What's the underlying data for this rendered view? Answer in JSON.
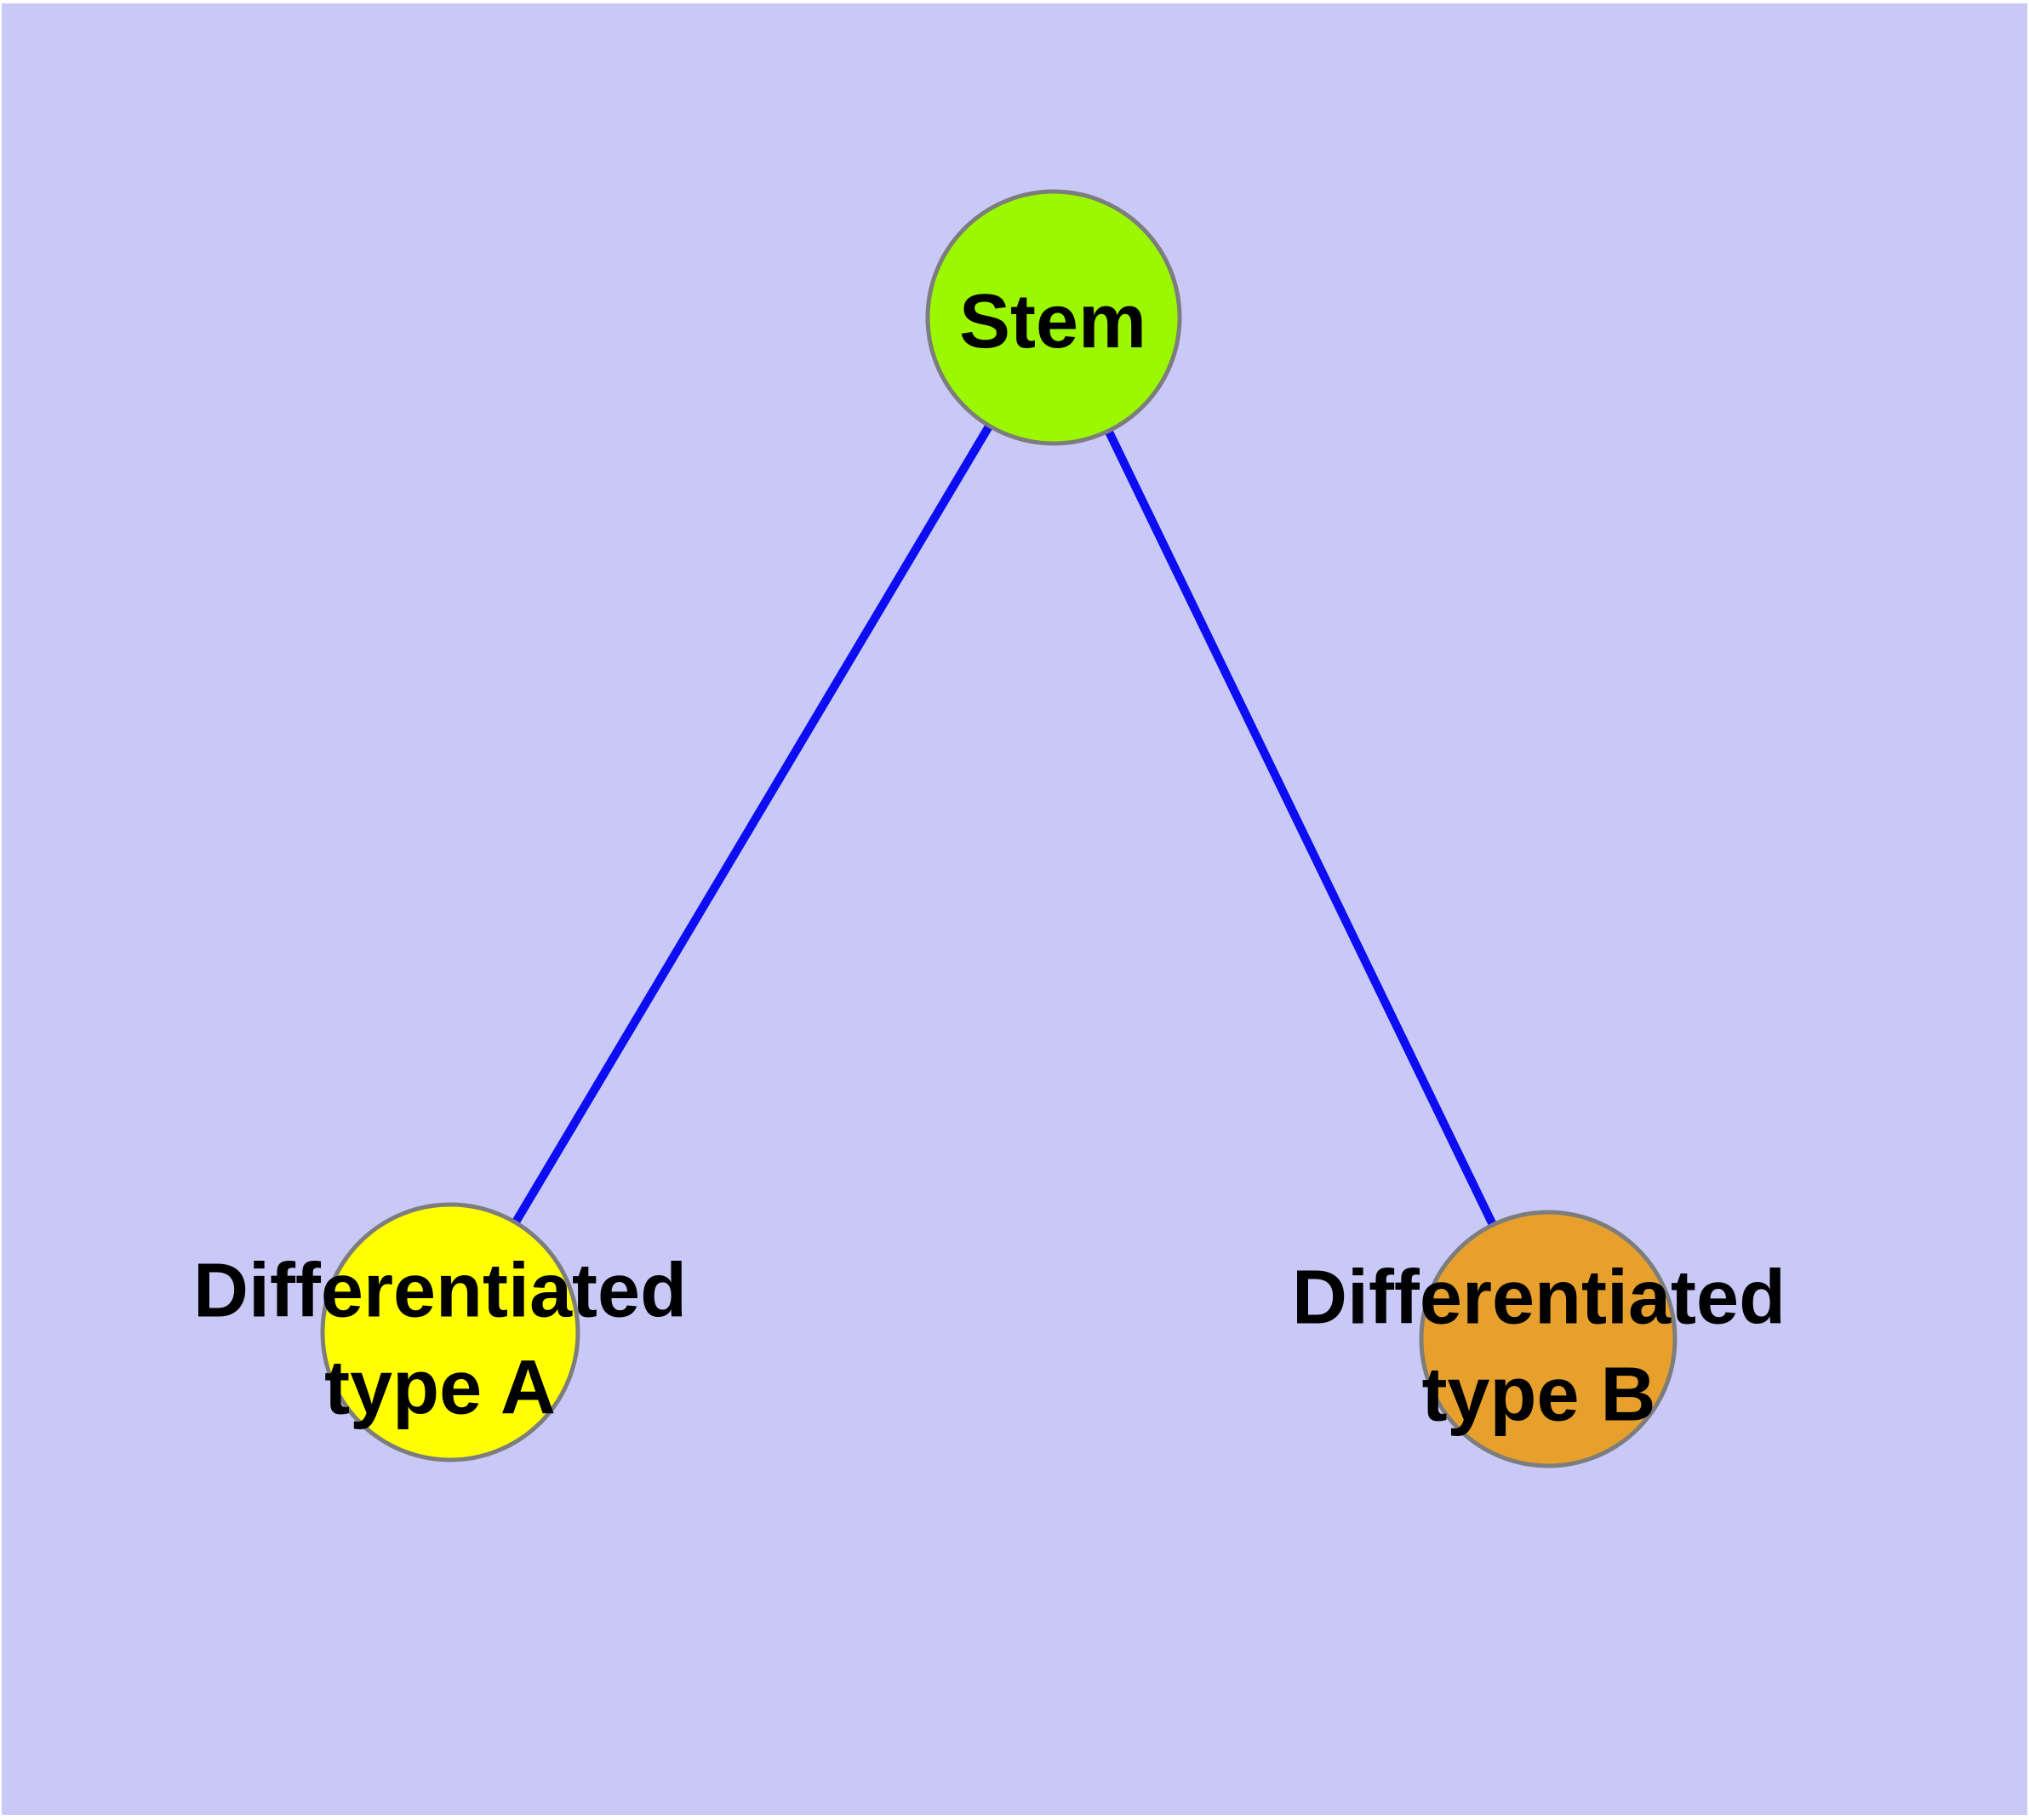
{
  "canvas": {
    "background_color": "#c9c9f8",
    "margin_color": "#ffffff"
  },
  "nodes": {
    "stem": {
      "label": "Stem",
      "fill_color": "#9bf800",
      "border_color": "#7d7d7d",
      "text_color": "#000000"
    },
    "type_a": {
      "label": "Differentiated type A",
      "label_line1": "Differentiated",
      "label_line2": "type A",
      "fill_color": "#ffff00",
      "border_color": "#7d7d7d",
      "text_color": "#000000"
    },
    "type_b": {
      "label": "Differentiated type B",
      "label_line1": "Differentiated",
      "label_line2": "type B",
      "fill_color": "#e8a02c",
      "border_color": "#7d7d7d",
      "text_color": "#000000"
    }
  },
  "edges": {
    "color": "#0d0df2",
    "items": [
      {
        "from": "Stem",
        "to": "Differentiated type A",
        "color": "#0d0df2"
      },
      {
        "from": "Stem",
        "to": "Differentiated type B",
        "color": "#0d0df2"
      }
    ]
  }
}
